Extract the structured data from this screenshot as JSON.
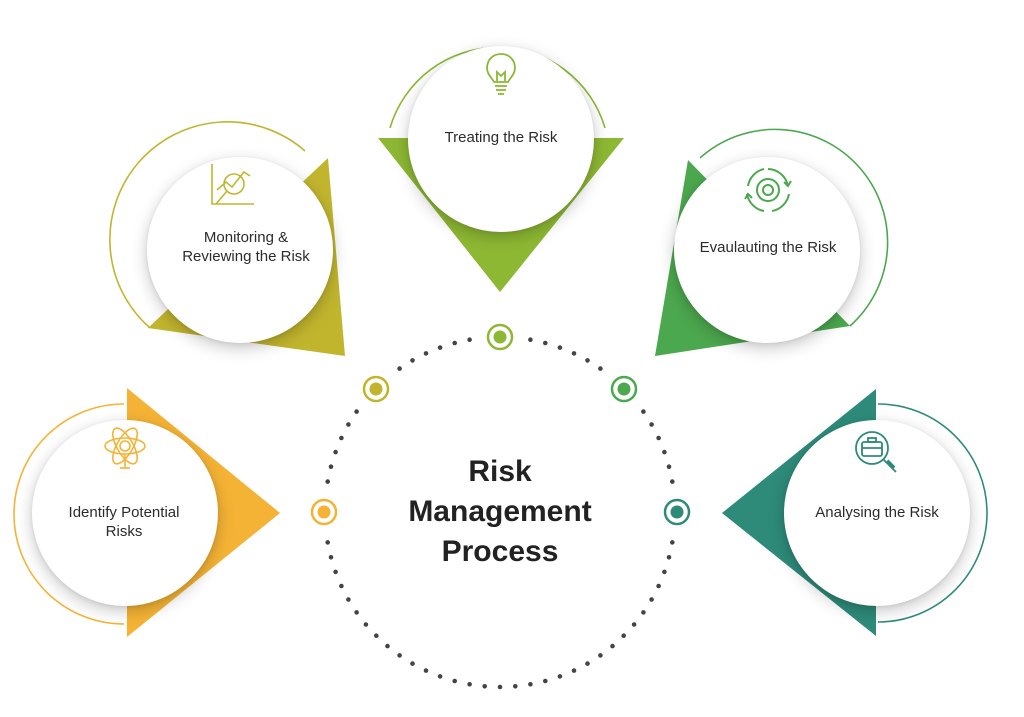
{
  "title": {
    "lines": [
      "Risk",
      "Management",
      "Process"
    ]
  },
  "steps": [
    {
      "id": "identify",
      "lines": [
        "Identify Potential",
        "Risks"
      ],
      "color": "#F5B335",
      "icon": "atom-icon"
    },
    {
      "id": "monitor",
      "lines": [
        "Monitoring &",
        "Reviewing the Risk"
      ],
      "color": "#C2B52E",
      "icon": "chart-magnifier-icon"
    },
    {
      "id": "treat",
      "lines": [
        "Treating the Risk"
      ],
      "color": "#8DB833",
      "icon": "lightbulb-icon"
    },
    {
      "id": "evaluate",
      "lines": [
        "Evaulauting the Risk"
      ],
      "color": "#4CA84E",
      "icon": "gear-cycle-icon"
    },
    {
      "id": "analyse",
      "lines": [
        "Analysing the Risk"
      ],
      "color": "#2E8B7A",
      "icon": "briefcase-search-icon"
    }
  ],
  "colors": {
    "dots": "#444444",
    "text": "#2b2b2b"
  }
}
